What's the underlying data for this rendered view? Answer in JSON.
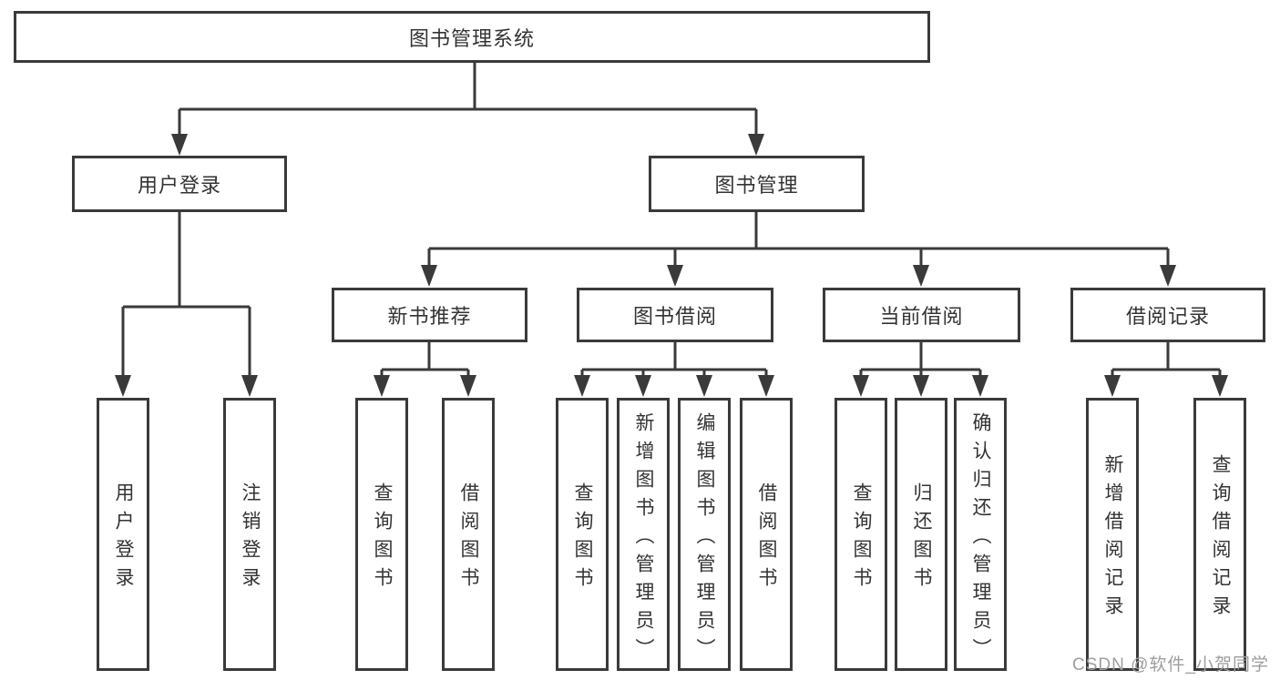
{
  "diagram_title": "图书管理系统",
  "tree": {
    "label": "图书管理系统",
    "children": [
      {
        "label": "用户登录",
        "children": [
          {
            "label": "用户登录"
          },
          {
            "label": "注销登录"
          }
        ]
      },
      {
        "label": "图书管理",
        "children": [
          {
            "label": "新书推荐",
            "children": [
              {
                "label": "查询图书"
              },
              {
                "label": "借阅图书"
              }
            ]
          },
          {
            "label": "图书借阅",
            "children": [
              {
                "label": "查询图书"
              },
              {
                "label": "新增图书（管理员）"
              },
              {
                "label": "编辑图书（管理员）"
              },
              {
                "label": "借阅图书"
              }
            ]
          },
          {
            "label": "当前借阅",
            "children": [
              {
                "label": "查询图书"
              },
              {
                "label": "归还图书"
              },
              {
                "label": "确认归还（管理员）"
              }
            ]
          },
          {
            "label": "借阅记录",
            "children": [
              {
                "label": "新增借阅记录"
              },
              {
                "label": "查询借阅记录"
              }
            ]
          }
        ]
      }
    ]
  },
  "watermark": {
    "text": "CSDN @软件_小贺同学"
  },
  "colors": {
    "line": "#3a3a3a",
    "box_border": "#3a3a3a",
    "text": "#333333",
    "watermark": "#9e9e9e",
    "background": "#ffffff"
  }
}
